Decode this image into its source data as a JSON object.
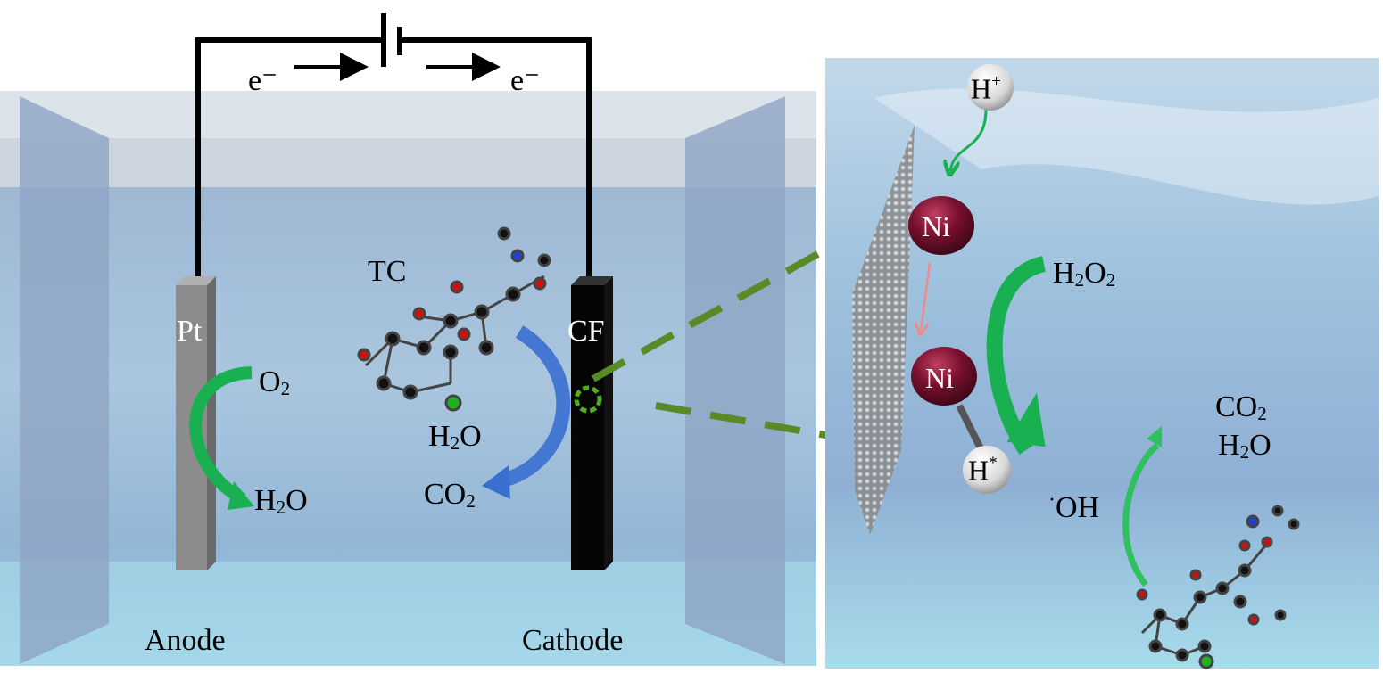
{
  "electrolytic_cell": {
    "electron_left": "e⁻",
    "electron_right": "e⁻",
    "anode_electrode": "Pt",
    "cathode_electrode": "CF",
    "anode_label": "Anode",
    "cathode_label": "Cathode",
    "pollutant": "TC",
    "anode_reactant": {
      "base": "O",
      "sub": "2"
    },
    "anode_product": {
      "a": "H",
      "sub": "2",
      "b": "O"
    },
    "cathode_water": {
      "a": "H",
      "sub": "2",
      "b": "O"
    },
    "cathode_co2": {
      "a": "CO",
      "sub": "2"
    }
  },
  "mechanism_panel": {
    "proton": {
      "base": "H",
      "sup": "+"
    },
    "nickel_top": "Ni",
    "nickel_bottom": "Ni",
    "adsorbed_h": {
      "base": "H",
      "sup": "*"
    },
    "h2o2": {
      "a": "H",
      "s1": "2",
      "b": "O",
      "s2": "2"
    },
    "hydroxyl": {
      "dot": "·",
      "base": "OH"
    },
    "products_co2": {
      "a": "CO",
      "sub": "2"
    },
    "products_h2o": {
      "a": "H",
      "sub": "2",
      "b": "O"
    }
  },
  "colors": {
    "green_arrow": "#18b050",
    "blue_arrow": "#3a6fd0",
    "nickel": "#7a1030",
    "dash": "#5a8a28"
  }
}
